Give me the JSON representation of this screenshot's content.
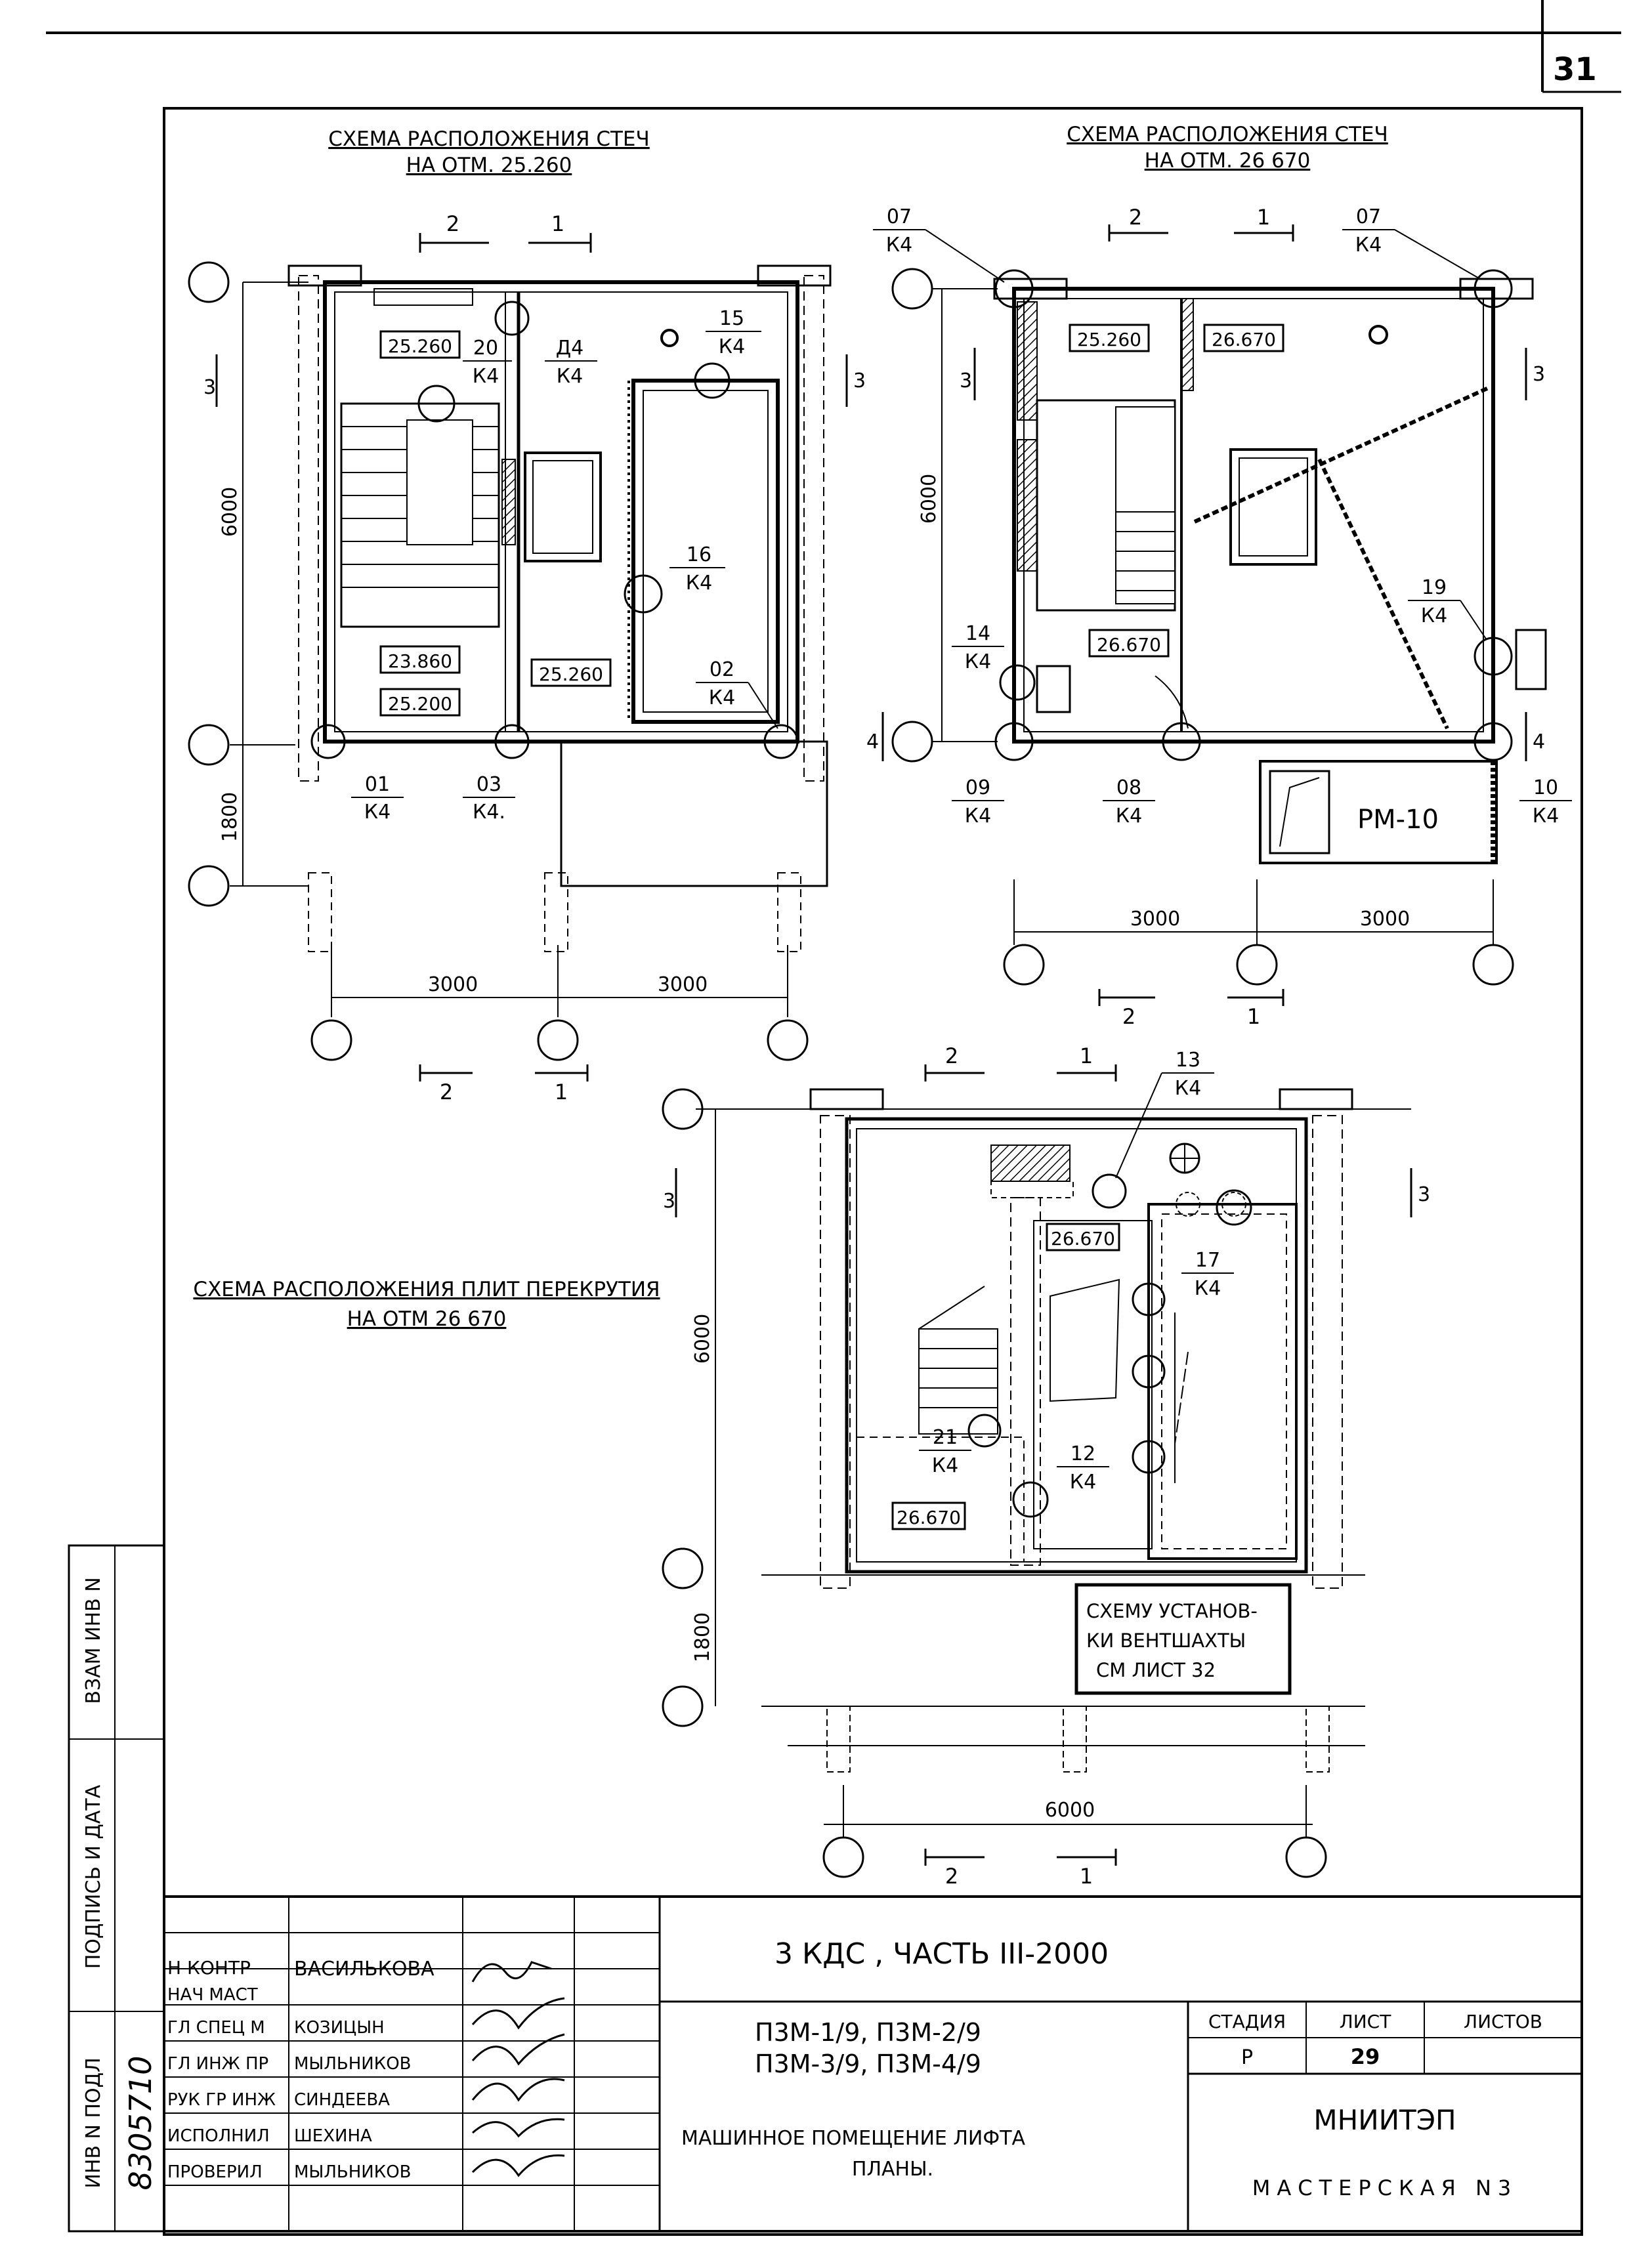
{
  "sheet_corner_number": "31",
  "plan1": {
    "title": "СХЕМА РАСПОЛОЖЕНИЯ СТЕЧ",
    "subtitle": "НА ОТМ. 25.260",
    "levels": [
      "25.260",
      "23.860",
      "25.200",
      "25.260"
    ],
    "level_b": "25.260",
    "dims": {
      "height_main": "6000",
      "height_lower": "1800",
      "width_left": "3000",
      "width_right": "3000"
    },
    "section_marks": [
      "2",
      "1",
      "3",
      "3",
      "2",
      "1"
    ],
    "markers": [
      {
        "num": "20",
        "den": "К4"
      },
      {
        "num": "Д4",
        "den": "К4"
      },
      {
        "num": "15",
        "den": "К4"
      },
      {
        "num": "16",
        "den": "К4"
      },
      {
        "num": "02",
        "den": "К4"
      },
      {
        "num": "01",
        "den": "К4"
      },
      {
        "num": "03",
        "den": "К4."
      }
    ]
  },
  "plan2": {
    "title": "СХЕМА РАСПОЛОЖЕНИЯ СТЕЧ",
    "subtitle": "НА ОТМ. 26 670",
    "levels": [
      "25.260",
      "26.670",
      "26.670"
    ],
    "dims": {
      "height_main": "6000",
      "width_left": "3000",
      "width_right": "3000"
    },
    "section_marks": [
      "2",
      "1",
      "3",
      "3",
      "4",
      "4",
      "2",
      "1"
    ],
    "equipment_label": "РМ-10",
    "markers": [
      {
        "num": "07",
        "den": "К4"
      },
      {
        "num": "07",
        "den": "К4"
      },
      {
        "num": "14",
        "den": "К4"
      },
      {
        "num": "19",
        "den": "К4"
      },
      {
        "num": "09",
        "den": "К4"
      },
      {
        "num": "08",
        "den": "К4"
      },
      {
        "num": "10",
        "den": "К4"
      }
    ]
  },
  "plan3": {
    "title": "СХЕМА РАСПОЛОЖЕНИЯ ПЛИТ ПЕРЕКРУТИЯ",
    "subtitle": "НА ОТМ 26 670",
    "levels": [
      "26.670",
      "26.670"
    ],
    "dims": {
      "height_main": "6000",
      "height_lower": "1800",
      "width": "6000"
    },
    "section_marks": [
      "2",
      "1",
      "3",
      "3",
      "2",
      "1"
    ],
    "note_lines": [
      "СХЕМУ УСТАНОВ-",
      "КИ ВЕНТШАХТЫ",
      "СМ ЛИСТ 32"
    ],
    "markers": [
      {
        "num": "13",
        "den": "К4"
      },
      {
        "num": "17",
        "den": "К4"
      },
      {
        "num": "21",
        "den": "К4"
      },
      {
        "num": "12",
        "den": "К4"
      }
    ]
  },
  "side_stamp": {
    "labels": [
      "ВЗАМ ИНВ N",
      "ПОДПИСЬ И ДАТА",
      "ИНВ N ПОДЛ"
    ],
    "inv_number": "8305710"
  },
  "title_block": {
    "project": "3 КДС , ЧАСТЬ III-2000",
    "codes_line1": "П3М-1/9,  П3М-2/9",
    "codes_line2": "П3М-3/9,  П3М-4/9",
    "desc_line1": "МАШИННОЕ ПОМЕЩЕНИЕ ЛИФТА",
    "desc_line2": "ПЛАНЫ.",
    "hdr_stage": "СТАДИЯ",
    "hdr_sheet": "ЛИСТ",
    "hdr_sheets": "ЛИСТОВ",
    "stage": "Р",
    "sheet": "29",
    "org": "МНИИТЭП",
    "workshop": "МАСТЕРСКАЯ N3",
    "people": [
      {
        "role": "Н КОНТР",
        "name": "ВАСИЛЬКОВА"
      },
      {
        "role": "НАЧ МАСТ",
        "name": ""
      },
      {
        "role": "ГЛ СПЕЦ М",
        "name": "КОЗИЦЫН"
      },
      {
        "role": "ГЛ ИНЖ ПР",
        "name": "МЫЛЬНИКОВ"
      },
      {
        "role": "РУК ГР ИНЖ",
        "name": "СИНДЕЕВА"
      },
      {
        "role": "ИСПОЛНИЛ",
        "name": "ШЕХИНА"
      },
      {
        "role": "ПРОВЕРИЛ",
        "name": "МЫЛЬНИКОВ"
      }
    ]
  }
}
